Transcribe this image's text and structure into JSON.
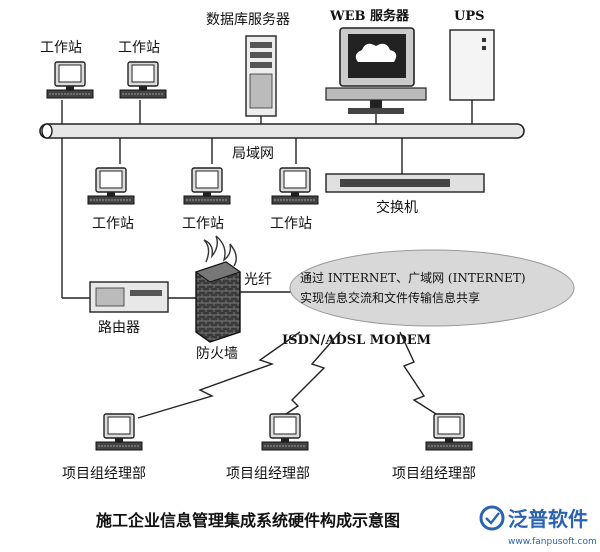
{
  "labels": {
    "workstation": "工作站",
    "db_server": "数据库服务器",
    "web_server": "WEB 服务器",
    "ups": "UPS",
    "lan": "局域网",
    "switch": "交换机",
    "router": "路由器",
    "firewall": "防火墙",
    "fiber": "光纤",
    "cloud_line1": "通过 INTERNET、广域网 (INTERNET)",
    "cloud_line2": "实现信息交流和文件传输信息共享",
    "modem": "ISDN/ADSL MODEM",
    "project_dept": "项目组经理部",
    "caption": "施工企业信息管理集成系统硬件构成示意图"
  },
  "watermark": {
    "brand": "泛普软件",
    "url": "www.fanpusoft.com"
  },
  "colors": {
    "line": "#222222",
    "cloud": "#d8d8d8",
    "brand": "#2a63b0"
  }
}
